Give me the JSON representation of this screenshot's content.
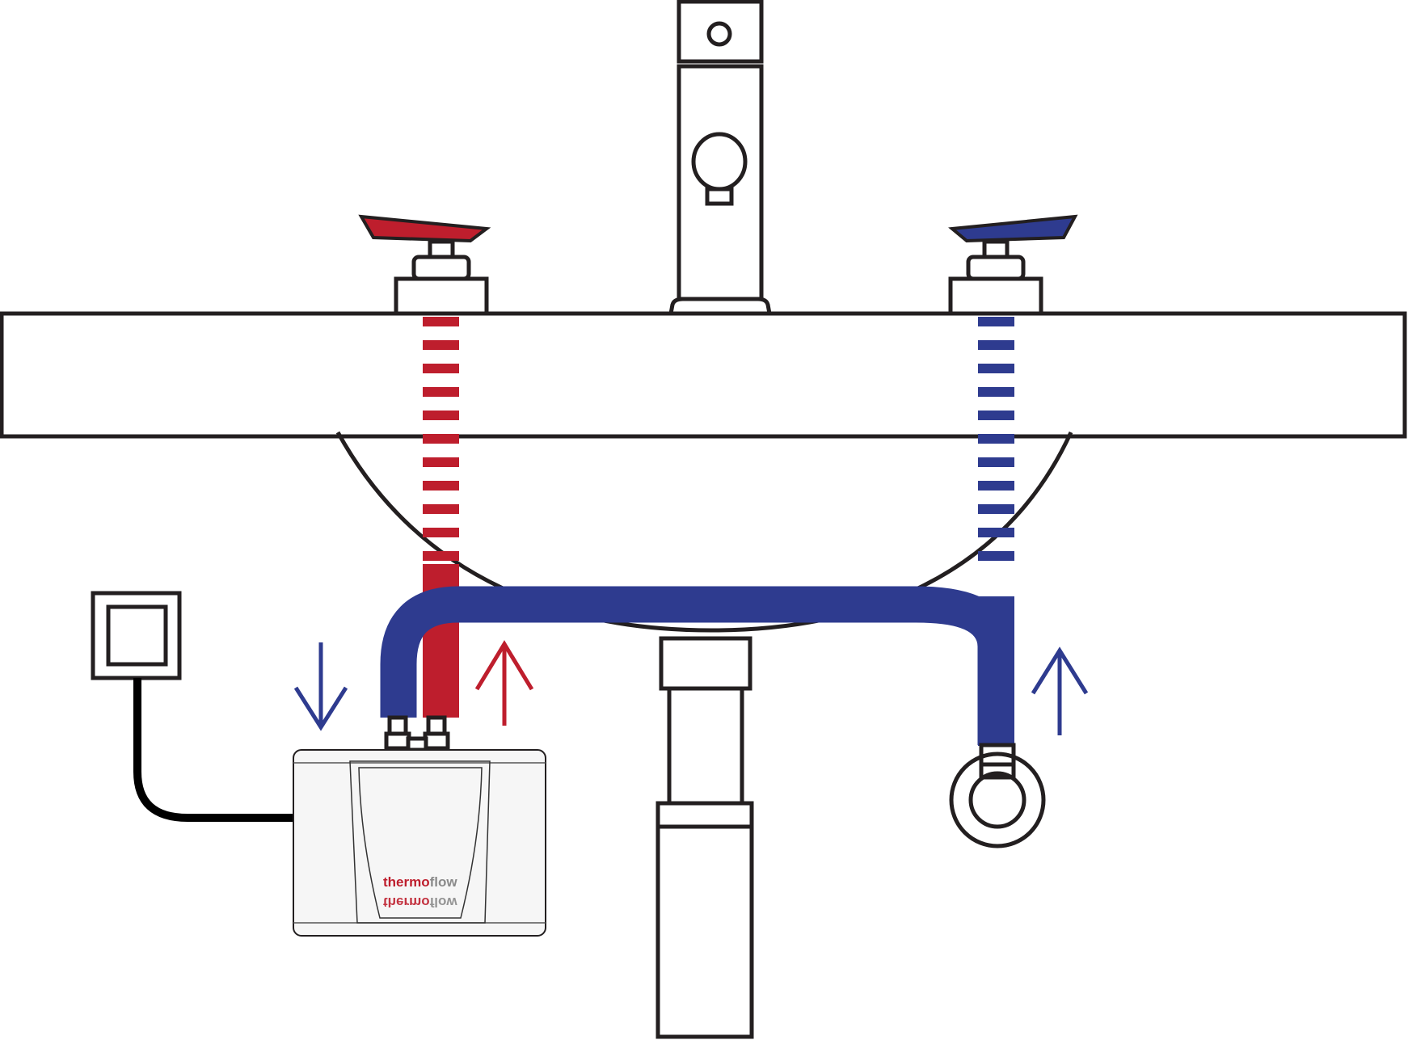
{
  "colors": {
    "hot": "#be1e2d",
    "cold": "#2e3b8f",
    "outline": "#231f20",
    "heater_body": "#f6f6f6",
    "brand_grey": "#8a8a8a"
  },
  "heater": {
    "brand_part1": "thermo",
    "brand_part2": "flow"
  },
  "flow_arrows": [
    {
      "name": "cold-down-arrow-icon",
      "direction": "down",
      "color": "cold"
    },
    {
      "name": "hot-up-arrow-icon",
      "direction": "up",
      "color": "hot"
    },
    {
      "name": "cold-supply-up-arrow-icon",
      "direction": "up",
      "color": "cold"
    }
  ]
}
